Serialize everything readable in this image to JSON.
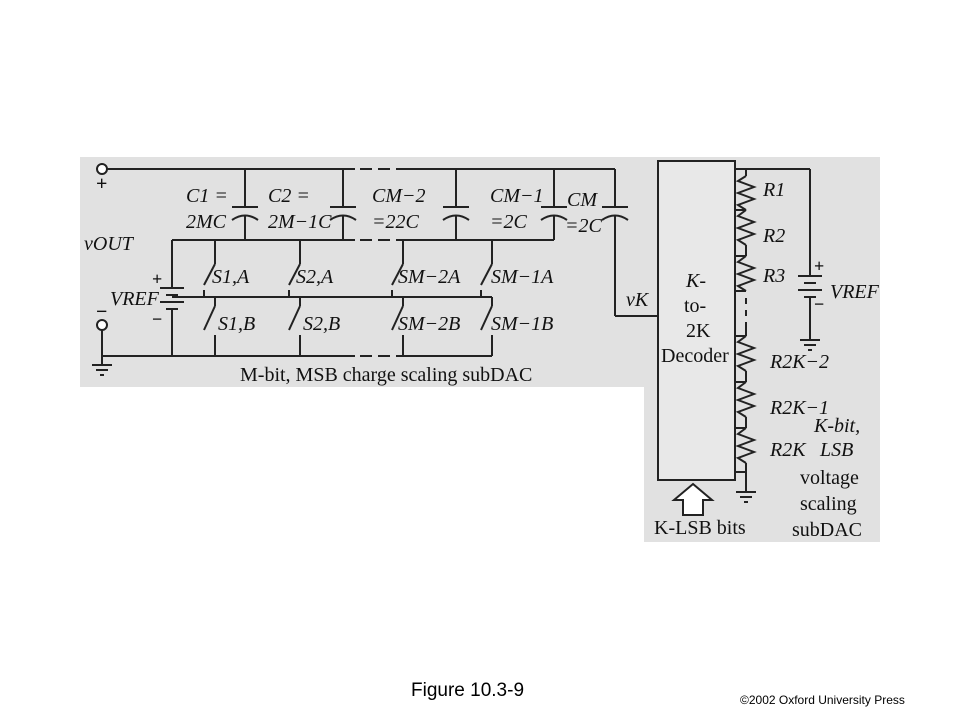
{
  "figure": {
    "caption": "Figure 10.3-9",
    "copyright": "©2002 Oxford University Press"
  },
  "msb_subdac": {
    "caption": "M-bit, MSB charge scaling subDAC",
    "output_label": "vOUT",
    "vref_label": "VREF",
    "capacitors": [
      {
        "name": "C1 =",
        "value": "2MC"
      },
      {
        "name": "C2 =",
        "value": "2M−1C"
      },
      {
        "name": "CM−2",
        "value": "=22C"
      },
      {
        "name": "CM−1",
        "value": "=2C"
      },
      {
        "name": "CM",
        "value": "=2C"
      }
    ],
    "switches_a": [
      "S1,A",
      "S2,A",
      "SM−2A",
      "SM−1A"
    ],
    "switches_b": [
      "S1,B",
      "S2,B",
      "SM−2B",
      "SM−1B"
    ]
  },
  "lsb_subdac": {
    "node_label": "vK",
    "decoder_lines": [
      "K-",
      "to-",
      "2K",
      "Decoder"
    ],
    "resistors": [
      "R1",
      "R2",
      "R3",
      "R2K−2",
      "R2K−1",
      "R2K"
    ],
    "vref_label": "VREF",
    "caption_lines": [
      "K-bit,",
      "LSB",
      "voltage",
      "scaling",
      "subDAC"
    ],
    "input_label": "K-LSB bits"
  }
}
